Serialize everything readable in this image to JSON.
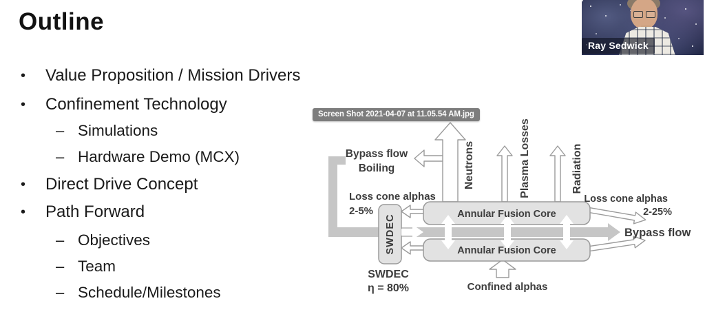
{
  "slide": {
    "title": "Outline",
    "bullet_char": "•",
    "dash_char": "–",
    "bullets": [
      {
        "level": 1,
        "text": "Value Proposition / Mission Drivers"
      },
      {
        "level": 1,
        "text": "Confinement Technology"
      },
      {
        "level": 2,
        "text": "Simulations"
      },
      {
        "level": 2,
        "text": "Hardware Demo (MCX)"
      },
      {
        "level": 1,
        "text": "Direct Drive Concept"
      },
      {
        "level": 1,
        "text": "Path Forward"
      },
      {
        "level": 2,
        "text": "Objectives"
      },
      {
        "level": 2,
        "text": "Team"
      },
      {
        "level": 2,
        "text": "Schedule/Milestones"
      }
    ]
  },
  "tooltip": {
    "filename": "Screen Shot 2021-04-07 at 11.05.54 AM.jpg"
  },
  "diagram": {
    "bypass_boiling": {
      "line1": "Bypass flow",
      "line2": "Boiling"
    },
    "neutrons": "Neutrons",
    "plasma_losses": "Plasma Losses",
    "radiation": "Radiation",
    "loss_cone_left": {
      "line1": "Loss cone alphas",
      "line2": "2-5%"
    },
    "loss_cone_right": {
      "line1": "Loss cone alphas",
      "line2": "2-25%"
    },
    "swdec_box_label": "SWDEC",
    "core_top_label": "Annular Fusion Core",
    "core_bottom_label": "Annular Fusion Core",
    "bypass_flow_label": "Bypass flow",
    "swdec_caption": {
      "line1": "SWDEC",
      "line2": "η = 80%"
    },
    "confined_alphas": "Confined alphas",
    "colors": {
      "box_fill": "#e2e2e2",
      "box_stroke": "#9a9a9a",
      "pipe": "#c6c6c6",
      "label_text": "#3d3d3d"
    }
  },
  "webcam": {
    "name": "Ray Sedwick"
  }
}
